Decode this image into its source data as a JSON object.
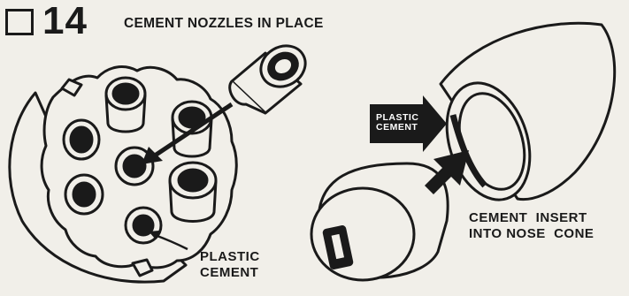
{
  "step": {
    "number": "14",
    "title": "CEMENT NOZZLES IN PLACE"
  },
  "callouts": {
    "nozzle_cement": {
      "line1": "PLASTIC",
      "line2": "CEMENT"
    },
    "insert_cement": {
      "line1": "PLASTIC",
      "line2": "CEMENT"
    },
    "insert_instruction": {
      "line1": "CEMENT  INSERT",
      "line2": "INTO NOSE  CONE"
    }
  },
  "colors": {
    "ink": "#1a1a1a",
    "paper": "#f1efe9"
  }
}
